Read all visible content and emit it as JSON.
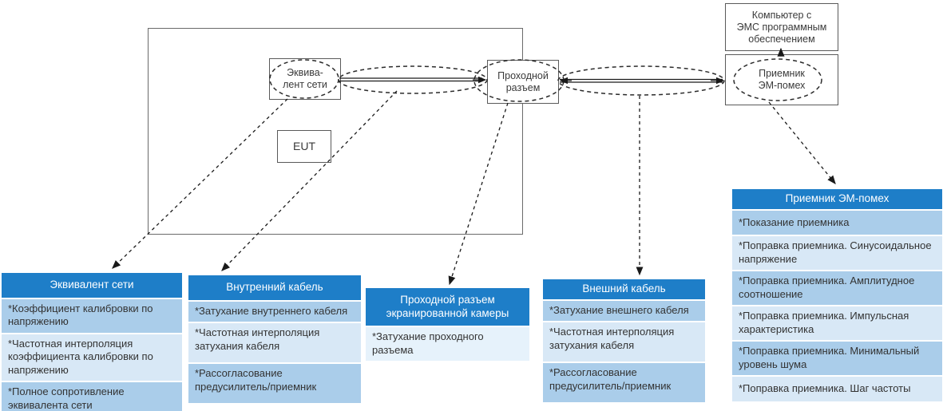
{
  "colors": {
    "header_blue": "#1e7ec8",
    "row_medium": "#aacdea",
    "row_light": "#d8e8f6",
    "row_extra_light": "#e6f2fb",
    "line_dark": "#2b2b2b"
  },
  "diagram": {
    "computer_box": {
      "label": "Компьютер с\nЭМС программным\nобеспечением"
    },
    "receiver_node": {
      "label": "Приемник\nЭМ-помех"
    },
    "passthrough_node": {
      "label": "Проходной\nразъем"
    },
    "equivalent_node": {
      "label": "Эквива-\nлент сети"
    },
    "eut_box": {
      "label": "EUT"
    }
  },
  "tables": [
    {
      "title": "Эквивалент сети",
      "rows": [
        {
          "text": "*Коэффициент калибровки по напряжению"
        },
        {
          "text": "*Частотная интерполяция коэффициента калибровки по напряжению"
        },
        {
          "text": "*Полное сопротивление эквивалента сети"
        }
      ]
    },
    {
      "title": "Внутренний кабель",
      "rows": [
        {
          "text": "*Затухание внутреннего кабеля"
        },
        {
          "text": "*Частотная интерполяция затухания кабеля"
        },
        {
          "text": "*Рассогласование предусилитель/приемник"
        }
      ]
    },
    {
      "title": "Проходной разъем\nэкранированной камеры",
      "rows": [
        {
          "text": "*Затухание проходного разъема"
        }
      ]
    },
    {
      "title": "Внешний кабель",
      "rows": [
        {
          "text": "*Затухание внешнего кабеля"
        },
        {
          "text": "*Частотная интерполяция затухания кабеля"
        },
        {
          "text": "*Рассогласование предусилитель/приемник"
        }
      ]
    },
    {
      "title": "Приемник ЭМ-помех",
      "rows": [
        {
          "text": "*Показание приемника"
        },
        {
          "text": "*Поправка приемника. Синусоидальное напряжение"
        },
        {
          "text": "*Поправка приемника. Амплитудное соотношение"
        },
        {
          "text": "*Поправка приемника. Импульсная характеристика"
        },
        {
          "text": "*Поправка приемника. Минимальный уровень шума"
        },
        {
          "text": "*Поправка приемника. Шаг частоты"
        }
      ]
    }
  ]
}
